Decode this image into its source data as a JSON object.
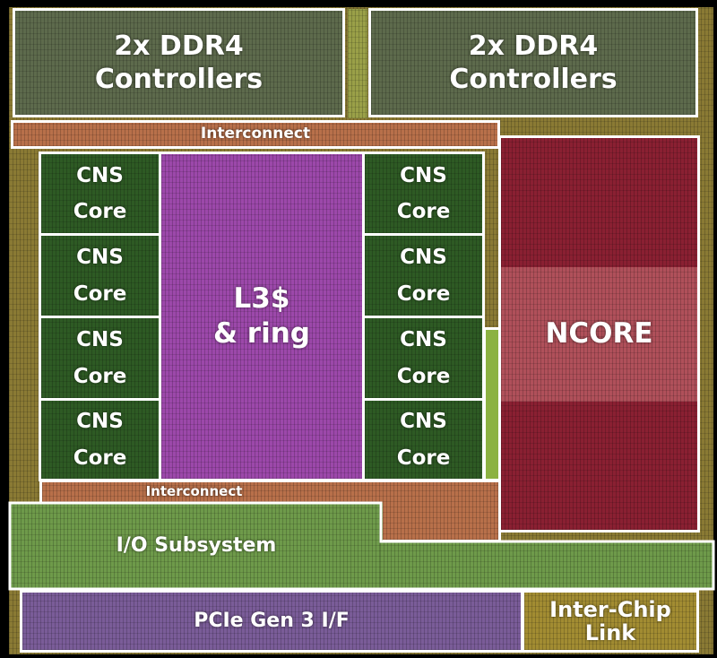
{
  "title": "Die floorplan",
  "blocks": {
    "ddr_left": {
      "line1": "2x DDR4",
      "line2": "Controllers"
    },
    "ddr_right": {
      "line1": "2x DDR4",
      "line2": "Controllers"
    },
    "interconnect_top": "Interconnect",
    "interconnect_bottom": "Interconnect",
    "cores": [
      {
        "line1": "CNS",
        "line2": "Core"
      },
      {
        "line1": "CNS",
        "line2": "Core"
      },
      {
        "line1": "CNS",
        "line2": "Core"
      },
      {
        "line1": "CNS",
        "line2": "Core"
      },
      {
        "line1": "CNS",
        "line2": "Core"
      },
      {
        "line1": "CNS",
        "line2": "Core"
      },
      {
        "line1": "CNS",
        "line2": "Core"
      },
      {
        "line1": "CNS",
        "line2": "Core"
      }
    ],
    "l3": {
      "line1": "L3$",
      "line2": "& ring"
    },
    "ncore": "NCORE",
    "io": "I/O Subsystem",
    "pcie": "PCIe Gen 3 I/F",
    "interchip": {
      "line1": "Inter-Chip",
      "line2": "Link"
    }
  },
  "colors": {
    "border": "#ffffff",
    "background": "#000000"
  }
}
